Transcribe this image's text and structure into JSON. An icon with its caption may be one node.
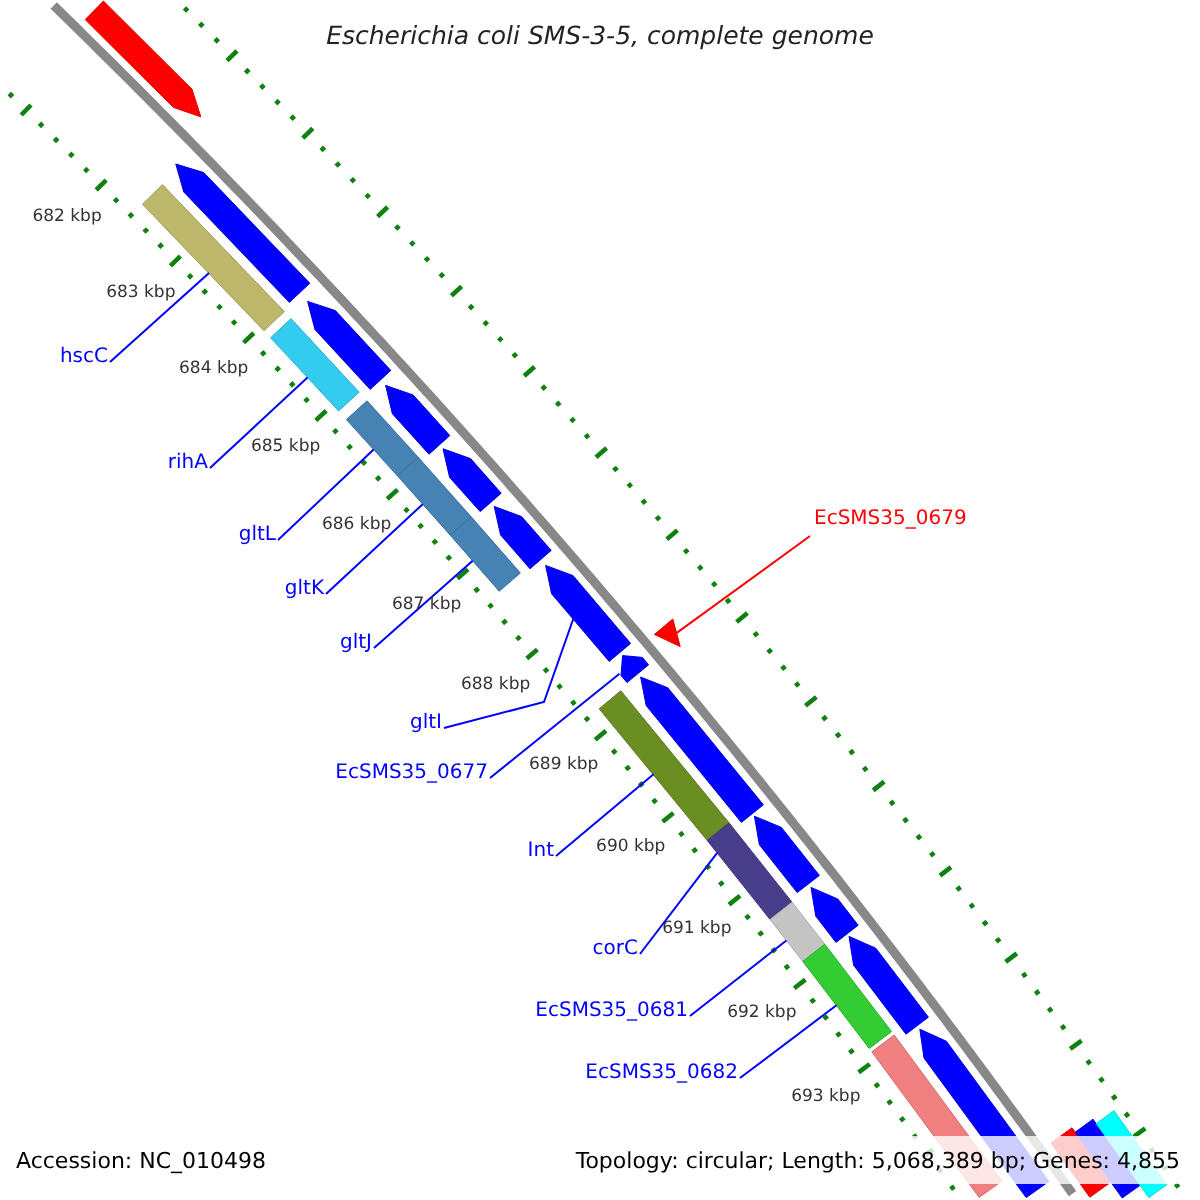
{
  "diagram": {
    "title": "Escherichia coli SMS-3-5, complete genome",
    "nodes": [
      {
        "text": [
          "hscC"
        ]
      },
      {
        "text": [
          "rihA"
        ]
      },
      {
        "text": [
          "EcSMS35_0679"
        ]
      },
      {
        "text": [
          "gltL"
        ]
      },
      {
        "text": [
          "gltK"
        ]
      },
      {
        "text": [
          "gltJ"
        ]
      },
      {
        "text": [
          "gltI"
        ]
      },
      {
        "text": [
          "EcSMS35_0677"
        ]
      },
      {
        "text": [
          "Int"
        ]
      },
      {
        "text": [
          "corC"
        ]
      },
      {
        "text": [
          "EcSMS35_0681"
        ]
      },
      {
        "text": [
          "EcSMS35_0682"
        ]
      },
      {
        "text": [],
        "shape": "bar"
      },
      {
        "text": [],
        "shape": "bar"
      },
      {
        "text": [],
        "shape": "bar"
      },
      {
        "text": [],
        "shape": "bar"
      },
      {
        "text": [],
        "shape": "bar"
      },
      {
        "text": [],
        "shape": "triangle"
      },
      {
        "text": [],
        "shape": "bar"
      },
      {
        "text": [],
        "shape": "bar"
      },
      {
        "text": [],
        "shape": "bar"
      },
      {
        "text": [],
        "shape": "bar"
      },
      {
        "text": [],
        "shape": "bar"
      },
      {
        "text": [],
        "shape": "bar"
      },
      {
        "text": [],
        "shape": "bar"
      },
      {
        "text": [],
        "shape": "bar"
      },
      {
        "text": [],
        "shape": "bar"
      },
      {
        "text": [],
        "shape": "bar"
      },
      {
        "text": [],
        "shape": "bar"
      },
      {
        "text": [],
        "shape": "bar"
      },
      {
        "text": [],
        "shape": "bar"
      },
      {
        "text": [],
        "shape": "bar"
      },
      {
        "text": [],
        "shape": "bar"
      },
      {
        "text": [],
        "shape": "bar"
      },
      {
        "text": [],
        "shape": "bar"
      },
      {
        "text": [],
        "shape": "bar"
      },
      {
        "text": [],
        "shape": "bar"
      },
      {
        "text": [],
        "shape": "bar"
      },
      {
        "text": [],
        "shape": "bar"
      }
    ],
    "edges": [
      {
        "from": 0,
        "to": 12,
        "arrow": "none"
      },
      {
        "from": 1,
        "to": 13,
        "arrow": "none"
      },
      {
        "from": 2,
        "to": 17,
        "arrow": "none",
        "color": "#ff0000"
      },
      {
        "from": 3,
        "to": 14,
        "arrow": "none"
      },
      {
        "from": 4,
        "to": 15,
        "arrow": "none"
      },
      {
        "from": 5,
        "to": 16,
        "arrow": "none"
      },
      {
        "from": 6,
        "to": 27,
        "arrow": "none"
      },
      {
        "from": 7,
        "to": 28,
        "arrow": "none"
      },
      {
        "from": 8,
        "to": 18,
        "arrow": "none"
      },
      {
        "from": 9,
        "to": 19,
        "arrow": "none"
      },
      {
        "from": 10,
        "to": 20,
        "arrow": "none"
      },
      {
        "from": 11,
        "to": 21,
        "arrow": "none"
      }
    ],
    "labels": [
      "682 kbp",
      "683 kbp",
      "684 kbp",
      "685 kbp",
      "686 kbp",
      "687 kbp",
      "688 kbp",
      "689 kbp",
      "690 kbp",
      "691 kbp",
      "692 kbp",
      "693 kbp",
      "Accession: NC_010498",
      "Topology: circular; Length: 5,068,389 bp; Genes: 4,855"
    ]
  }
}
